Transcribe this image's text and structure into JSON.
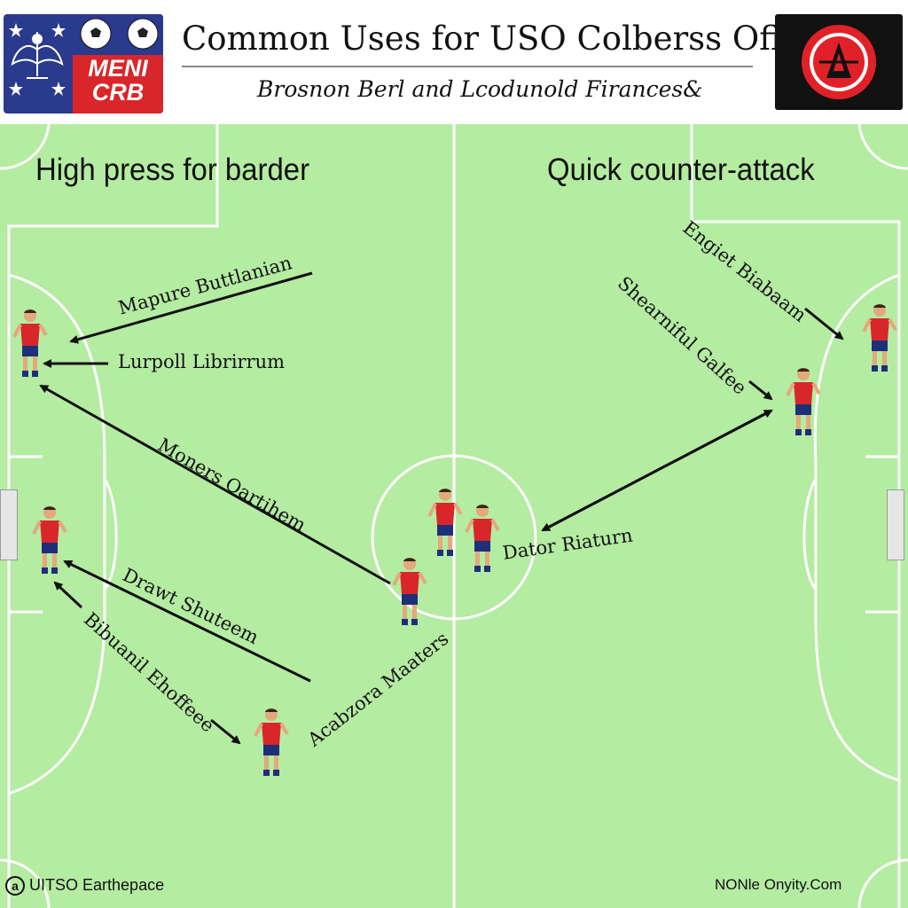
{
  "header": {
    "title": "Common Uses for USO Colberss Ofi",
    "subtitle": "Brosnon Berl and Lcodunold Firances&",
    "left_logo_text": "MENI CRB",
    "left_logo_icons": [
      "star-icon",
      "soccer-ball-icon",
      "eagle-emblem-icon"
    ],
    "right_logo_icon": "club-crest-icon"
  },
  "diagram": {
    "left_heading": "High press for barder",
    "right_heading": "Quick counter-attack",
    "labels": {
      "mapure": "Mapure Buttlanian",
      "lurpoll": "Lurpoll Librirrum",
      "moners": "Moners Oartihem",
      "drawt": "Drawt Shuteem",
      "bibuanil": "Bibuanil Ehoffeee",
      "acabzora": "Acabzora Maaters",
      "engiet": "Engiet Biabaam",
      "shearniful": "Shearniful Galfee",
      "dator": "Dator Riaturn"
    }
  },
  "footer": {
    "left": "UITSO Earthepace",
    "left_icon": "copyright-a-icon",
    "right": "NONle Onyity.Com"
  },
  "colors": {
    "pitch": "#b4eca2",
    "lines": "#ffffff",
    "jersey": "#d8262b",
    "shorts": "#1e2f7a",
    "arrow": "#111111"
  }
}
